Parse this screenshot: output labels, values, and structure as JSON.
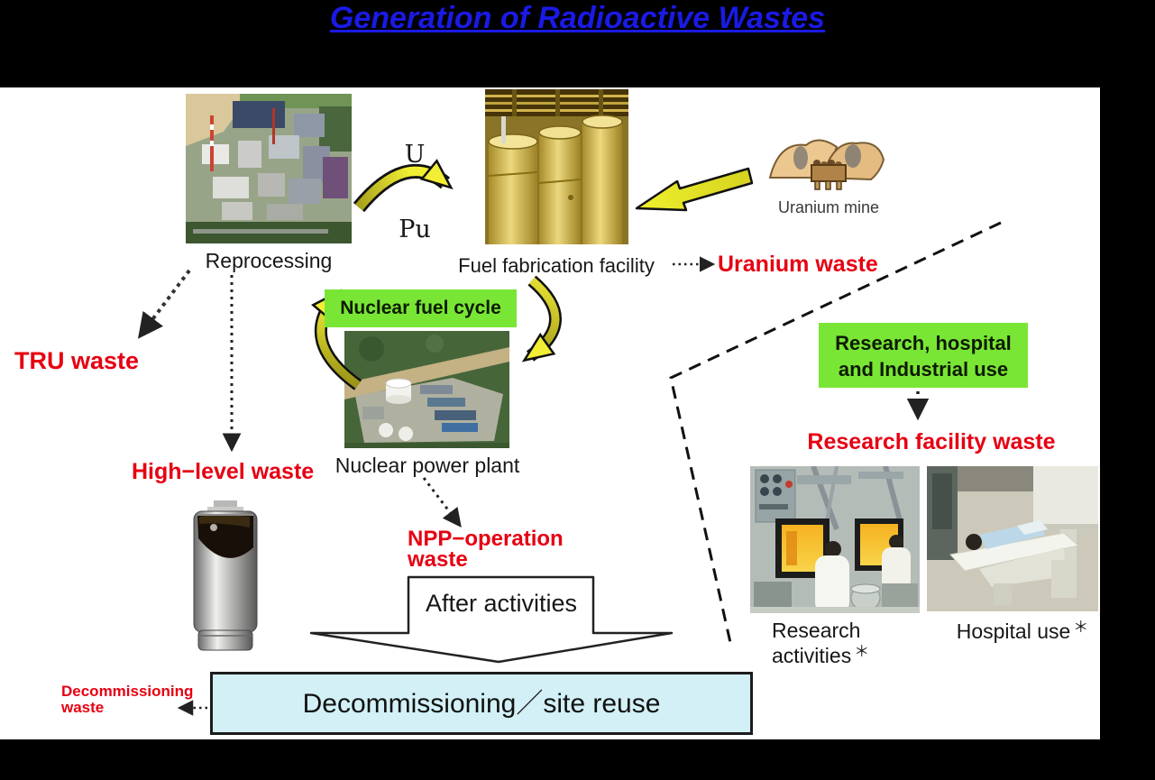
{
  "title": "Generation of Radioactive Wastes",
  "colors": {
    "title_blue": "#1a1ae6",
    "waste_red": "#e60012",
    "box_green": "#79e636",
    "box_cyan": "#d2f0f6",
    "arrow_yellow": "#f2ee34"
  },
  "facilities": {
    "reprocessing": "Reprocessing",
    "fuel_fabrication": "Fuel fabrication facility",
    "uranium_mine": "Uranium mine",
    "nuclear_power_plant": "Nuclear power plant"
  },
  "flow": {
    "u": "U",
    "pu": "Pu",
    "nuclear_fuel_cycle": "Nuclear fuel cycle",
    "research_hospital_line1": "Research, hospital",
    "research_hospital_line2": "and Industrial use",
    "after_activities": "After activities",
    "decommissioning_site_reuse": "Decommissioning／site reuse"
  },
  "wastes": {
    "tru": "TRU waste",
    "uranium": "Uranium waste",
    "high_level": "High−level waste",
    "npp_operation_line1": "NPP−operation",
    "npp_operation_line2": "waste",
    "research_facility": "Research facility waste",
    "decommissioning_line1": "Decommissioning",
    "decommissioning_line2": "waste"
  },
  "photo_captions": {
    "research_line1": "Research",
    "research_line2": "activities",
    "hospital": "Hospital use",
    "reference_mark": "＊"
  }
}
